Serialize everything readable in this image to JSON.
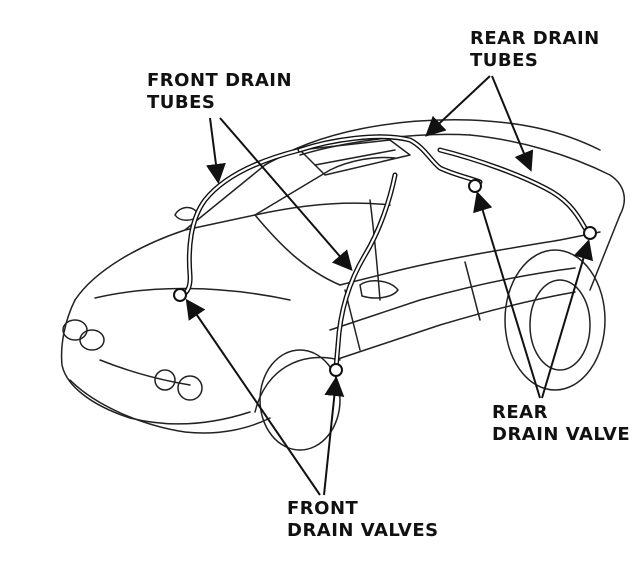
{
  "labels": {
    "front_tubes": {
      "line1": "FRONT DRAIN",
      "line2": "TUBES"
    },
    "rear_tubes": {
      "line1": "REAR DRAIN",
      "line2": "TUBES"
    },
    "rear_valve": {
      "line1": "REAR",
      "line2": "DRAIN VALVE"
    },
    "front_valves": {
      "line1": "FRONT",
      "line2": "DRAIN VALVES"
    }
  },
  "colors": {
    "ink": "#111111",
    "paper": "#ffffff"
  }
}
